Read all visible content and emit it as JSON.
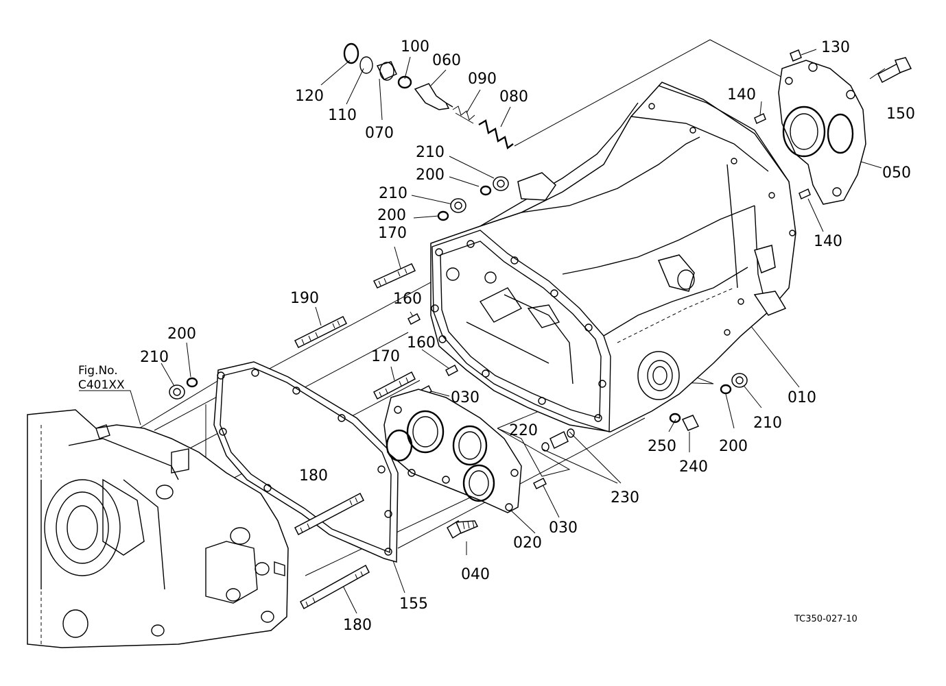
{
  "diagram": {
    "callouts": {
      "p010": "010",
      "p020": "020",
      "p030a": "030",
      "p030b": "030",
      "p040": "040",
      "p050": "050",
      "p060": "060",
      "p070": "070",
      "p080": "080",
      "p090": "090",
      "p100": "100",
      "p110": "110",
      "p120": "120",
      "p130": "130",
      "p140a": "140",
      "p140b": "140",
      "p150": "150",
      "p155": "155",
      "p160a": "160",
      "p160b": "160",
      "p170a": "170",
      "p170b": "170",
      "p180a": "180",
      "p180b": "180",
      "p190": "190",
      "p200a": "200",
      "p200b": "200",
      "p200c": "200",
      "p200d": "200",
      "p210a": "210",
      "p210b": "210",
      "p210c": "210",
      "p210d": "210",
      "p220": "220",
      "p230": "230",
      "p240": "240",
      "p250": "250"
    },
    "figure_reference": {
      "line1": "Fig.No.",
      "line2": "C401XX"
    },
    "drawing_code": "TC350-027-10"
  }
}
